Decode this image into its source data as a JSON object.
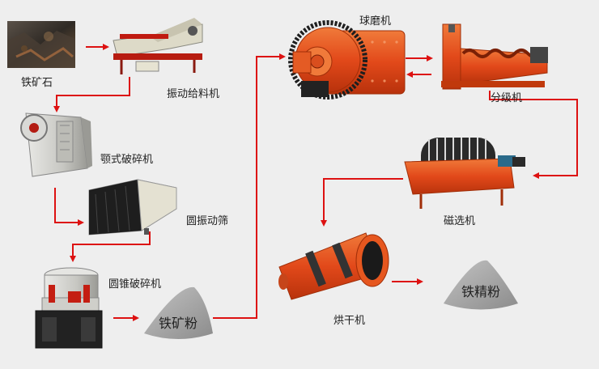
{
  "nodes": {
    "iron_ore": "铁矿石",
    "vibrating_feeder": "振动给料机",
    "jaw_crusher": "颚式破碎机",
    "circular_screen": "圆振动筛",
    "cone_crusher": "圆锥破碎机",
    "iron_ore_powder": "铁矿粉",
    "ball_mill": "球磨机",
    "classifier": "分级机",
    "magnetic_separator": "磁选机",
    "rotary_dryer": "烘干机",
    "iron_concentrate": "铁精粉"
  },
  "colors": {
    "arrow": "#dd1111",
    "machine_orange": "#e24a12",
    "machine_grey": "#c9c9c4",
    "pile": "#a9a9a9",
    "background": "#eeeeee"
  }
}
